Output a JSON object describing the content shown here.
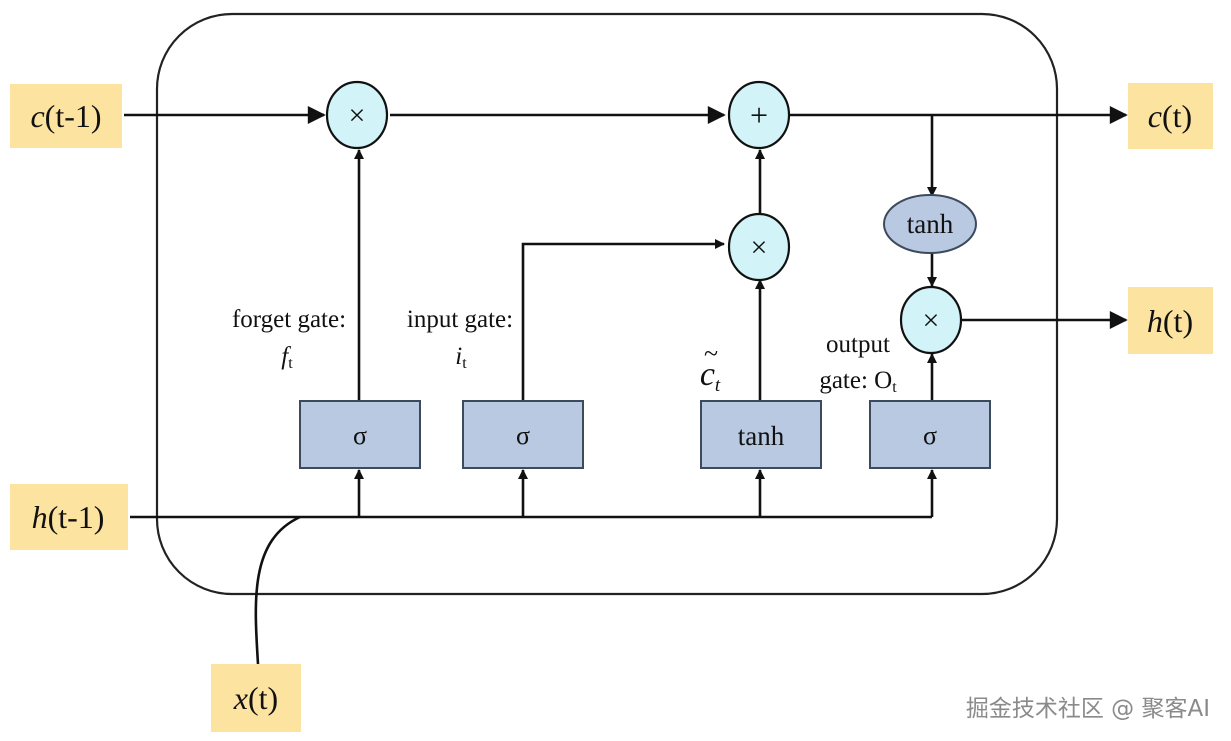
{
  "inputs": {
    "c_prev": {
      "var": "c",
      "rest": "(t-1)"
    },
    "h_prev": {
      "var": "h",
      "rest": "(t-1)"
    },
    "x_t": {
      "var": "x",
      "rest": "(t)"
    }
  },
  "outputs": {
    "c_t": {
      "var": "c",
      "rest": "(t)"
    },
    "h_t": {
      "var": "h",
      "rest": "(t)"
    }
  },
  "operators": {
    "forget_mul": "×",
    "cell_add": "+",
    "input_mul": "×",
    "output_mul": "×"
  },
  "blocks": {
    "forget_sigma": "σ",
    "input_sigma": "σ",
    "candidate_tanh": "tanh",
    "output_sigma": "σ",
    "cell_tanh": "tanh"
  },
  "labels": {
    "forget_gate": {
      "line1": "forget gate:",
      "var": "f",
      "sub": "t"
    },
    "input_gate": {
      "line1": "input gate:",
      "var": "i",
      "sub": "t"
    },
    "candidate": {
      "var": "c",
      "tilde": "~",
      "sub": "t"
    },
    "output_gate": {
      "line1": "output",
      "line2": "gate: O",
      "sub": "t"
    }
  },
  "watermark": "掘金技术社区 @ 聚客AI",
  "colors": {
    "io_fill": "#fde3a0",
    "operator_fill": "#d2f4f8",
    "block_fill": "#b8c9e1",
    "block_stroke": "#3c4a5c",
    "line": "#111111",
    "watermark": "#8a8a8a"
  }
}
